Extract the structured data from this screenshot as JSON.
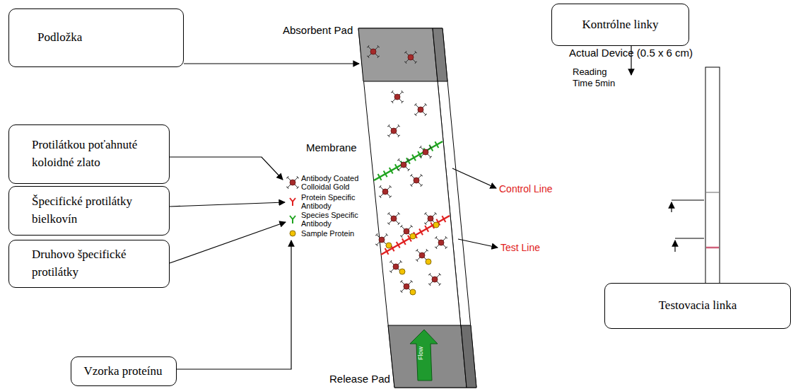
{
  "diagram": {
    "nodes": [
      {
        "text": [
          "Podložka"
        ]
      },
      {
        "text": [
          "Kontrólne linky"
        ]
      },
      {
        "text": [
          "Protilátkou poťahnuté koloidné zlato"
        ]
      },
      {
        "text": [
          "Špecifické protilátky bielkovín"
        ]
      },
      {
        "text": [
          "Druhovo špecifické protilátky"
        ]
      },
      {
        "text": [
          "Testovacia linka"
        ]
      },
      {
        "text": [
          "Vzorka proteínu"
        ]
      }
    ],
    "labels": [
      "Absorbent Pad",
      "Membrane",
      "Release Pad",
      "Flow",
      "Actual Device (0.5 x 6 cm)",
      "Reading Time 5min",
      "Control Line",
      "Test Line"
    ],
    "legend": [
      {
        "text": "Antibody Coated Colloidal Gold"
      },
      {
        "text": "Protein Specific Antibody"
      },
      {
        "text": "Species Specific Antibody"
      },
      {
        "text": "Sample Protein"
      }
    ]
  }
}
